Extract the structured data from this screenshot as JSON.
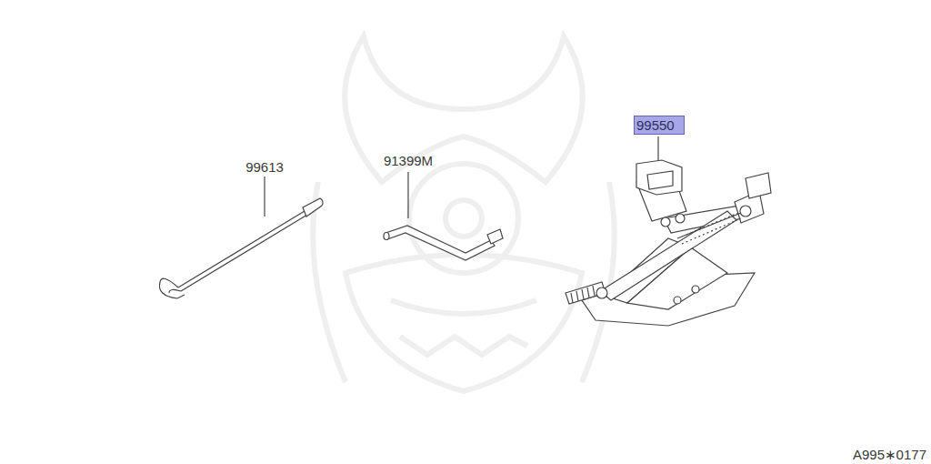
{
  "diagram": {
    "nodes": [
      {
        "text": [
          "99550"
        ]
      }
    ],
    "labels": [
      "99613",
      "91399M",
      "A995∗0177"
    ]
  }
}
